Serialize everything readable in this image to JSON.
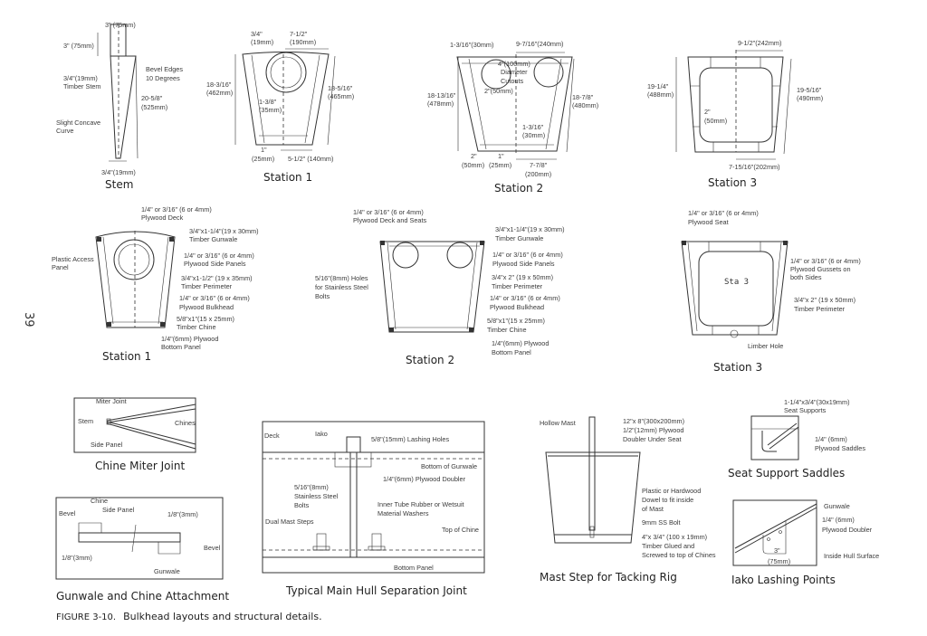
{
  "page_number": "39",
  "caption": {
    "prefix": "FIGURE 3-10.",
    "text": "Bulkhead layouts and structural details."
  },
  "figures": {
    "stem": {
      "title": "Stem",
      "labels": [
        "3\" (75mm)",
        "3\" (75mm)",
        "Bevel Edges",
        "10 Degrees",
        "3/4\"(19mm)",
        "Timber Stem",
        "20-5/8\"",
        "(525mm)",
        "Slight Concave",
        "Curve",
        "3/4\"(19mm)"
      ]
    },
    "station1_dims": {
      "title": "Station 1",
      "labels": [
        "3/4\"",
        "(19mm)",
        "7-1/2\"",
        "(190mm)",
        "18-3/16\"",
        "(462mm)",
        "18-5/16\"",
        "(465mm)",
        "1-3/8\"",
        "(35mm)",
        "1\"",
        "(25mm)",
        "5-1/2\" (140mm)"
      ]
    },
    "station2_dims": {
      "title": "Station 2",
      "labels": [
        "1-3/16\"(30mm)",
        "9-7/16\"(240mm)",
        "4\"(100mm)",
        "Diameter",
        "Cutouts",
        "2\"(50mm)",
        "18-13/16\"",
        "(478mm)",
        "18-7/8\"",
        "(480mm)",
        "1-3/16\"",
        "(30mm)",
        "2\"",
        "(50mm)",
        "1\"",
        "(25mm)",
        "7-7/8\"",
        "(200mm)"
      ]
    },
    "station3_dims": {
      "title": "Station 3",
      "labels": [
        "9-1/2\"(242mm)",
        "19-1/4\"",
        "(488mm)",
        "19-5/16\"",
        "(490mm)",
        "2\"",
        "(50mm)",
        "7-15/16\"(202mm)"
      ]
    },
    "station1_parts": {
      "title": "Station 1",
      "labels": [
        "1/4\" or 3/16\" (6 or 4mm)",
        "Plywood Deck",
        "3/4\"x1-1/4\"(19 x 30mm)",
        "Timber Gunwale",
        "Plastic Access",
        "Panel",
        "1/4\" or 3/16\" (6 or 4mm)",
        "Plywood Side Panels",
        "3/4\"x1-1/2\" (19 x 35mm)",
        "Timber Perimeter",
        "1/4\" or 3/16\" (6 or 4mm)",
        "Plywood Bulkhead",
        "5/8\"x1\"(15 x 25mm)",
        "Timber Chine",
        "1/4\"(6mm) Plywood",
        "Bottom Panel"
      ]
    },
    "station2_parts": {
      "title": "Station 2",
      "labels": [
        "1/4\" or 3/16\" (6 or 4mm)",
        "Plywood Deck and Seats",
        "3/4\"x1-1/4\"(19 x 30mm)",
        "Timber Gunwale",
        "5/16\"(8mm) Holes",
        "for Stainless Steel",
        "Bolts",
        "1/4\" or 3/16\" (6 or 4mm)",
        "Plywood Side Panels",
        "3/4\"x 2\" (19 x 50mm)",
        "Timber Perimeter",
        "1/4\" or 3/16\" (6 or 4mm)",
        "Plywood Bulkhead",
        "5/8\"x1\"(15 x 25mm)",
        "Timber Chine",
        "1/4\"(6mm) Plywood",
        "Bottom Panel"
      ]
    },
    "station3_parts": {
      "title": "Station 3",
      "inner_label": "Sta 3",
      "labels": [
        "1/4\" or 3/16\" (6 or 4mm)",
        "Plywood Seat",
        "1/4\" or 3/16\" (6 or 4mm)",
        "Plywood Gussets on",
        "both Sides",
        "3/4\"x 2\" (19 x 50mm)",
        "Timber Perimeter",
        "Limber Hole"
      ]
    },
    "chine_miter": {
      "title": "Chine Miter Joint",
      "labels": [
        "Miter Joint",
        "Stem",
        "Chines",
        "Side Panel"
      ]
    },
    "gunwale_chine": {
      "title": "Gunwale and Chine Attachment",
      "labels": [
        "Chine",
        "Side Panel",
        "Bevel",
        "1/8\"(3mm)",
        "1/8\"(3mm)",
        "Bevel",
        "Gunwale"
      ]
    },
    "hull_joint": {
      "title": "Typical Main Hull Separation Joint",
      "labels": [
        "Deck",
        "Iako",
        "5/8\"(15mm) Lashing Holes",
        "Bottom of Gunwale",
        "1/4\"(6mm) Plywood Doubler",
        "5/16\"(8mm)",
        "Stainless Steel",
        "Bolts",
        "Inner Tube Rubber or Wetsuit",
        "Material Washers",
        "Dual Mast Steps",
        "Top of Chine",
        "Bottom Panel"
      ]
    },
    "mast_step": {
      "title": "Mast Step for Tacking Rig",
      "labels": [
        "Hollow Mast",
        "12\"x 8\"(300x200mm)",
        "1/2\"(12mm) Plywood",
        "Doubler Under Seat",
        "Plastic or Hardwood",
        "Dowel to fit inside",
        "of Mast",
        "9mm SS Bolt",
        "4\"x 3/4\" (100 x 19mm)",
        "Timber Glued and",
        "Screwed to top of Chines"
      ]
    },
    "seat_saddles": {
      "title": "Seat Support Saddles",
      "labels": [
        "1-1/4\"x3/4\"(30x19mm)",
        "Seat Supports",
        "1/4\" (6mm)",
        "Plywood Saddles"
      ]
    },
    "iako_lashing": {
      "title": "Iako Lashing Points",
      "labels": [
        "Gunwale",
        "1/4\" (6mm)",
        "Plywood Doubler",
        "3\"",
        "(75mm)",
        "Inside Hull Surface"
      ]
    }
  }
}
